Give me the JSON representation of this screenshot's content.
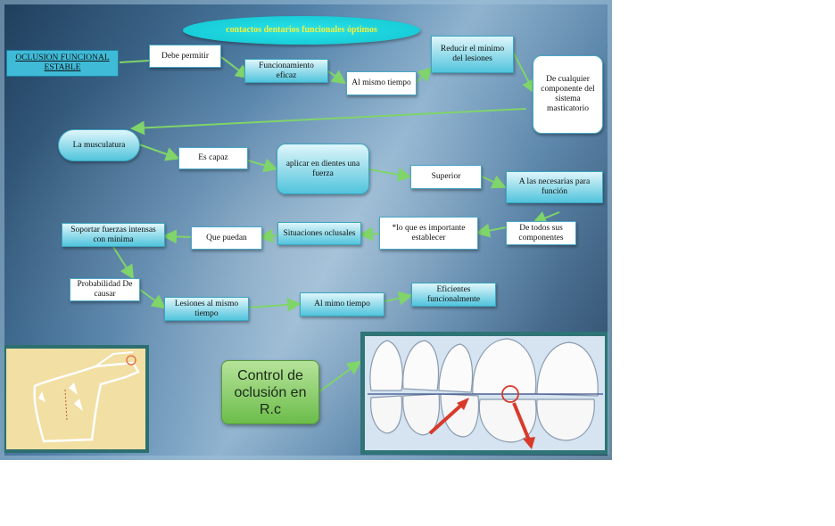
{
  "title": "contactos dentarios funcionales óptimos",
  "nodes": {
    "oclusion": "OCLUSION FUNCIONAL ESTABLE",
    "debe_permitir": "Debe permitir",
    "funcionamiento_eficaz": "Funcionamiento eficaz",
    "al_mismo_tiempo_1": "Al mismo tiempo",
    "reducir": "Reducir el mínimo del lesiones",
    "de_cualquier": "De cualquier componente del sistema masticatorio",
    "la_musculatura": "La musculatura",
    "es_capaz": "Es capaz",
    "aplicar": "aplicar en dientes una fuerza",
    "superior": "Superior",
    "a_las_necesarias": "A las necesarias para función",
    "de_todos": "De todos sus componentes",
    "lo_que_es": "*lo que es importante establecer",
    "situaciones": "Situaciones oclusales",
    "que_puedan": "Que puedan",
    "soportar": "Soportar fuerzas intensas con mínima",
    "probabilidad": "Probabilidad De causar",
    "lesiones": "Lesiones al mismo tiempo",
    "al_mimo_tiempo_2": "Al mimo tiempo",
    "eficientes": "Eficientes funcionalmente"
  },
  "control": "Control de oclusión en R.c",
  "colors": {
    "white_box": "#ffffff",
    "teal_box": "#51c4dc",
    "title_fill": "#12c4d0",
    "title_text": "#f4f03a",
    "connector": "#7fd46a",
    "control_box": "#6cbd4b",
    "arrow_red": "#d83a2a"
  }
}
